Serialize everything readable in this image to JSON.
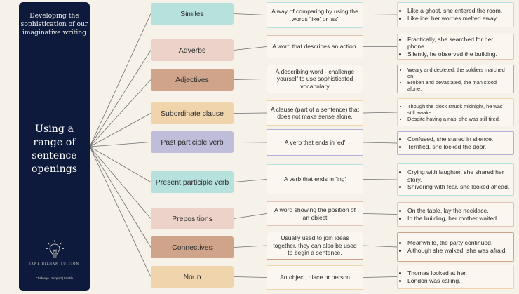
{
  "sidebar": {
    "subtitle": "Developing the sophistication of our imaginative writing",
    "title": "Using a range of sentence openings",
    "brand": "JANE BILHAM TUITION",
    "tagline": "Challenge | Support | Enable"
  },
  "rows": [
    {
      "term": "Similes",
      "definition": "A way of comparing by using the words 'like' or 'as'",
      "examples": [
        "Like a ghost, she entered the room.",
        "Like ice, her worries melted away."
      ],
      "color": "#b7e1dc"
    },
    {
      "term": "Adverbs",
      "definition": "A word that describes an action.",
      "examples": [
        "Frantically, she searched for her phone.",
        "Silently, he observed the building."
      ],
      "color": "#ecd2c9"
    },
    {
      "term": "Adjectives",
      "definition": "A describing word - challenge yourself to use sophisticated vocabulary",
      "examples": [
        "Weary and depleted, the soldiers marched on.",
        "Broken and devastated, the man stood alone."
      ],
      "color": "#cfa48a"
    },
    {
      "term": "Subordinate clause",
      "definition": "A clause (part of a sentence) that does not make sense alone.",
      "examples": [
        "Though the clock struck midnight, he was still awake.",
        "Despite having a nap, she was still tired."
      ],
      "color": "#f0d5ac"
    },
    {
      "term": "Past participle verb",
      "definition": "A verb that ends in 'ed'",
      "examples": [
        "Confused, she stared in silence.",
        "Terrified, she locked the door."
      ],
      "color": "#c0bddb"
    },
    {
      "term": "Present participle verb",
      "definition": "A verb that ends in 'ing'",
      "examples": [
        "Crying with laughter, she shared her story.",
        "Shivering with fear, she looked ahead."
      ],
      "color": "#b7e1dc"
    },
    {
      "term": "Prepositions",
      "definition": "A word showing the position of an object",
      "examples": [
        "On the table, lay the necklace.",
        "In the building, her mother waited."
      ],
      "color": "#ecd2c9"
    },
    {
      "term": "Connectives",
      "definition": "Usually used to join ideas together, they can also be used to begin a sentence.",
      "examples": [
        "Meanwhile, the party continued.",
        "Although she walked, she was afraid."
      ],
      "color": "#cfa48a"
    },
    {
      "term": "Noun",
      "definition": "An object, place or person",
      "examples": [
        "Thomas looked at her.",
        "London was calling."
      ],
      "color": "#f0d5ac"
    }
  ]
}
